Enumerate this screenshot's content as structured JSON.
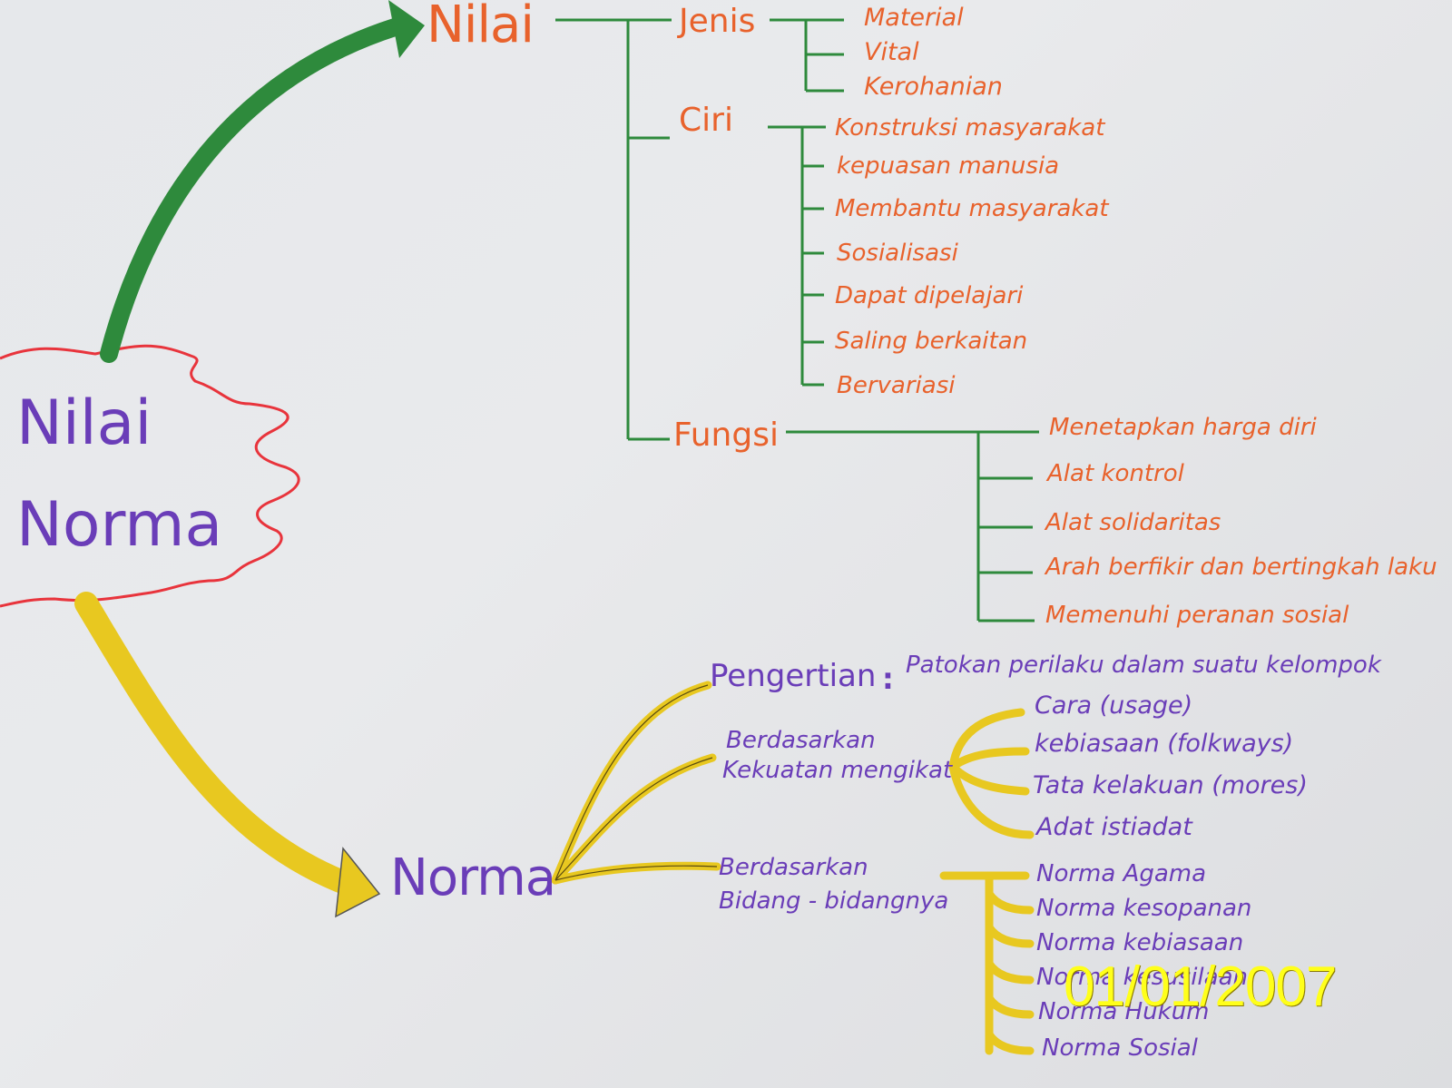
{
  "center": {
    "line1": "Nilai",
    "line2": "Norma"
  },
  "nilai": {
    "title": "Nilai",
    "jenis": {
      "label": "Jenis",
      "items": [
        "Material",
        "Vital",
        "Kerohanian"
      ]
    },
    "ciri": {
      "label": "Ciri",
      "items": [
        "Konstruksi masyarakat",
        "kepuasan manusia",
        "Membantu masyarakat",
        "Sosialisasi",
        "Dapat dipelajari",
        "Saling berkaitan",
        "Bervariasi"
      ]
    },
    "fungsi": {
      "label": "Fungsi",
      "items": [
        "Menetapkan harga diri",
        "Alat kontrol",
        "Alat solidaritas",
        "Arah berfikir dan bertingkah laku",
        "Memenuhi peranan sosial"
      ]
    }
  },
  "norma": {
    "title": "Norma",
    "pengertian": {
      "label": "Pengertian",
      "sep": ":",
      "text": "Patokan perilaku dalam suatu kelompok"
    },
    "kekuatan": {
      "label_1": "Berdasarkan",
      "label_2": "Kekuatan mengikat",
      "items": [
        "Cara (usage)",
        "kebiasaan (folkways)",
        "Tata kelakuan (mores)",
        "Adat istiadat"
      ]
    },
    "bidang": {
      "label_1": "Berdasarkan",
      "label_2": "Bidang - bidangnya",
      "items": [
        "Norma Agama",
        "Norma kesopanan",
        "Norma kebiasaan",
        "Norma kesusilaan",
        "Norma Hukum",
        "Norma Sosial"
      ]
    }
  },
  "date_stamp": "01/01/2007",
  "colors": {
    "green": "#2e8a3c",
    "orange": "#e8622c",
    "purple": "#6a3db8",
    "yellow": "#e8c820",
    "red": "#e8343c"
  }
}
